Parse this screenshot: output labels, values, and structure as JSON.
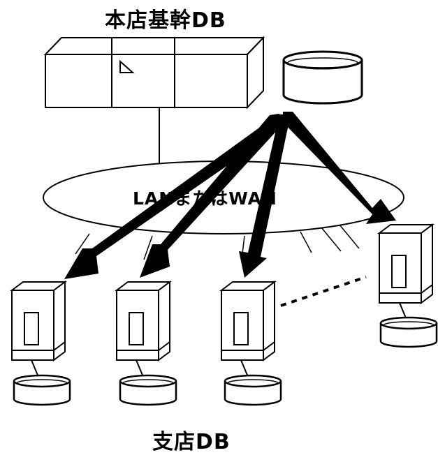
{
  "diagram": {
    "title_top": "本店基幹DB",
    "network_label": "LANまたはWAN",
    "title_bottom": "支店DB"
  },
  "nodes": [
    {
      "id": "hq-server",
      "kind": "rack-server"
    },
    {
      "id": "hq-database",
      "kind": "disk-database"
    },
    {
      "id": "branch-1",
      "kind": "tower-server-with-disk"
    },
    {
      "id": "branch-2",
      "kind": "tower-server-with-disk"
    },
    {
      "id": "branch-3",
      "kind": "tower-server-with-disk"
    },
    {
      "id": "branch-4",
      "kind": "tower-server-with-disk"
    }
  ],
  "edges": [
    {
      "from": "hq-database",
      "to": "branch-1",
      "style": "thick-arrow"
    },
    {
      "from": "hq-database",
      "to": "branch-2",
      "style": "thick-arrow"
    },
    {
      "from": "hq-database",
      "to": "branch-3",
      "style": "thick-arrow"
    },
    {
      "from": "hq-database",
      "to": "branch-4",
      "style": "thick-arrow"
    },
    {
      "from": "branch-3",
      "to": "branch-4",
      "style": "dashed"
    }
  ],
  "colors": {
    "ink": "#000000",
    "fill": "#ffffff"
  }
}
